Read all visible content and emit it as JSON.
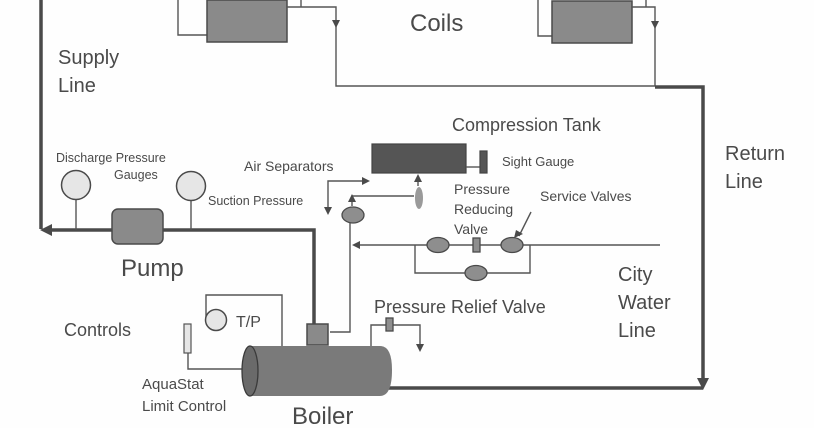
{
  "diagram": {
    "title": "Hydronic Heating System",
    "labels": {
      "coils": "Coils",
      "supply_line": [
        "Supply",
        "Line"
      ],
      "return_line": [
        "Return",
        "Line"
      ],
      "compression_tank": "Compression Tank",
      "sight_gauge": "Sight Gauge",
      "air_separators": "Air Separators",
      "discharge_pressure_gauges": [
        "Discharge Pressure",
        "Gauges"
      ],
      "suction_pressure": "Suction Pressure",
      "pressure_reducing_valve": [
        "Pressure",
        "Reducing",
        "Valve"
      ],
      "service_valves": "Service Valves",
      "pump": "Pump",
      "city_water_line": [
        "City",
        "Water",
        "Line"
      ],
      "controls": "Controls",
      "tp": "T/P",
      "pressure_relief_valve": "Pressure Relief Valve",
      "aquastat": [
        "AquaStat",
        "Limit Control"
      ],
      "boiler": "Boiler"
    },
    "colors": {
      "pipe": "#4a4a4a",
      "component": "#8a8a8a",
      "tank": "#555555",
      "gauge": "#e6e6e6",
      "text": "#4a4a4a"
    }
  }
}
